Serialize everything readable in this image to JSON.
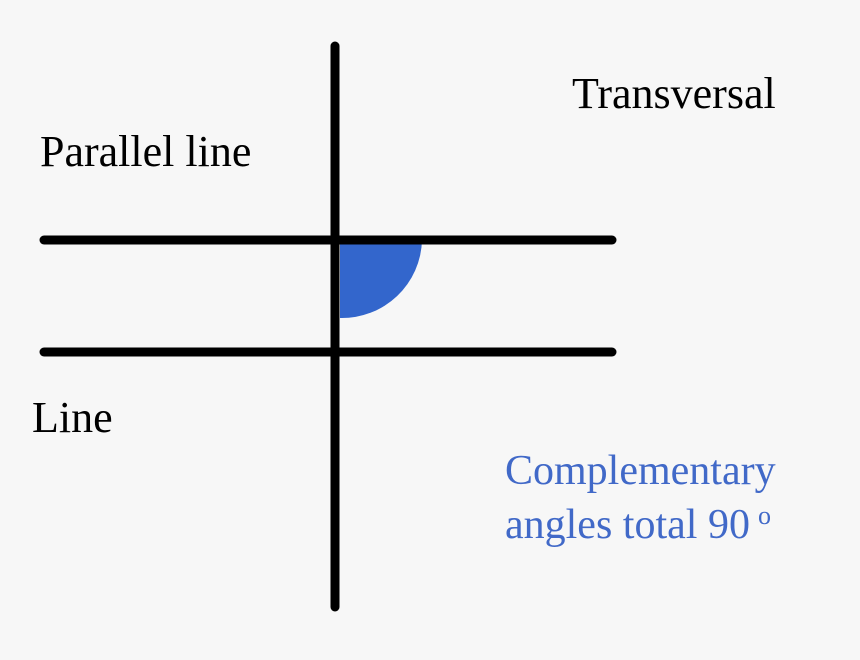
{
  "labels": {
    "transversal": "Transversal",
    "parallel_line": "Parallel line",
    "line": "Line",
    "note_line1": "Complementary",
    "note_line2": "angles total 90",
    "degree_symbol": "o"
  },
  "colors": {
    "background": "#f7f7f7",
    "stroke": "#000000",
    "text": "#000000",
    "accent": "#3366cc",
    "accent_text": "#4169c8"
  }
}
